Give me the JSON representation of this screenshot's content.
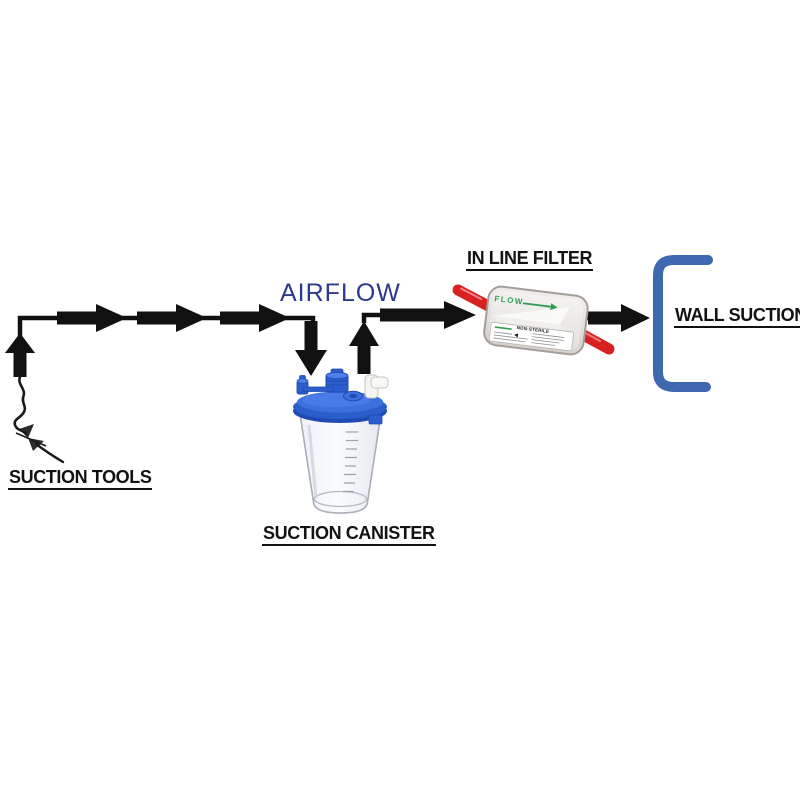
{
  "diagram": {
    "airflow": "AIRFLOW",
    "suction_tools": "SUCTION TOOLS",
    "suction_canister": "SUCTION CANISTER",
    "in_line_filter": "IN LINE FILTER",
    "wall_suction": "WALL SUCTION",
    "filter": {
      "flow": "FLOW",
      "sterility": "NON-STERILE"
    },
    "colors": {
      "background": "#ffffff",
      "arrow_black": "#111111",
      "airflow_text": "#2b3990",
      "label_text": "#121212",
      "bracket_blue": "#3e68b0",
      "canister_lid_blue": "#2b5ecb",
      "canister_lid_dark_blue": "#1f4ab3",
      "filter_tube_red": "#d92121",
      "flow_text_green": "#2f9e50"
    }
  }
}
